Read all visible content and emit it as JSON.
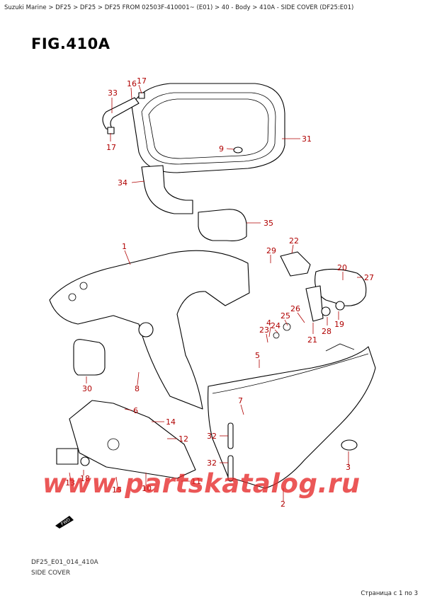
{
  "breadcrumb": "Suzuki Marine > DF25 > DF25 > DF25 FROM 02503F-410001~ (E01) > 40 - Body > 410A - SIDE COVER (DF25:E01)",
  "figure_title": "FIG.410A",
  "watermark": "www.partskatalog.ru",
  "figure_code": "DF25_E01_014_410A",
  "figure_description": "SIDE COVER",
  "page_footer": "Страница с 1 по 3",
  "forward_marker": "FWD",
  "callouts": [
    "17",
    "16",
    "33",
    "17",
    "9",
    "31",
    "34",
    "35",
    "1",
    "22",
    "29",
    "20",
    "27",
    "26",
    "25",
    "24",
    "23",
    "28",
    "19",
    "21",
    "4",
    "5",
    "30",
    "8",
    "7",
    "6",
    "14",
    "12",
    "32",
    "32",
    "3",
    "2",
    "13",
    "18",
    "15",
    "10",
    "11"
  ]
}
